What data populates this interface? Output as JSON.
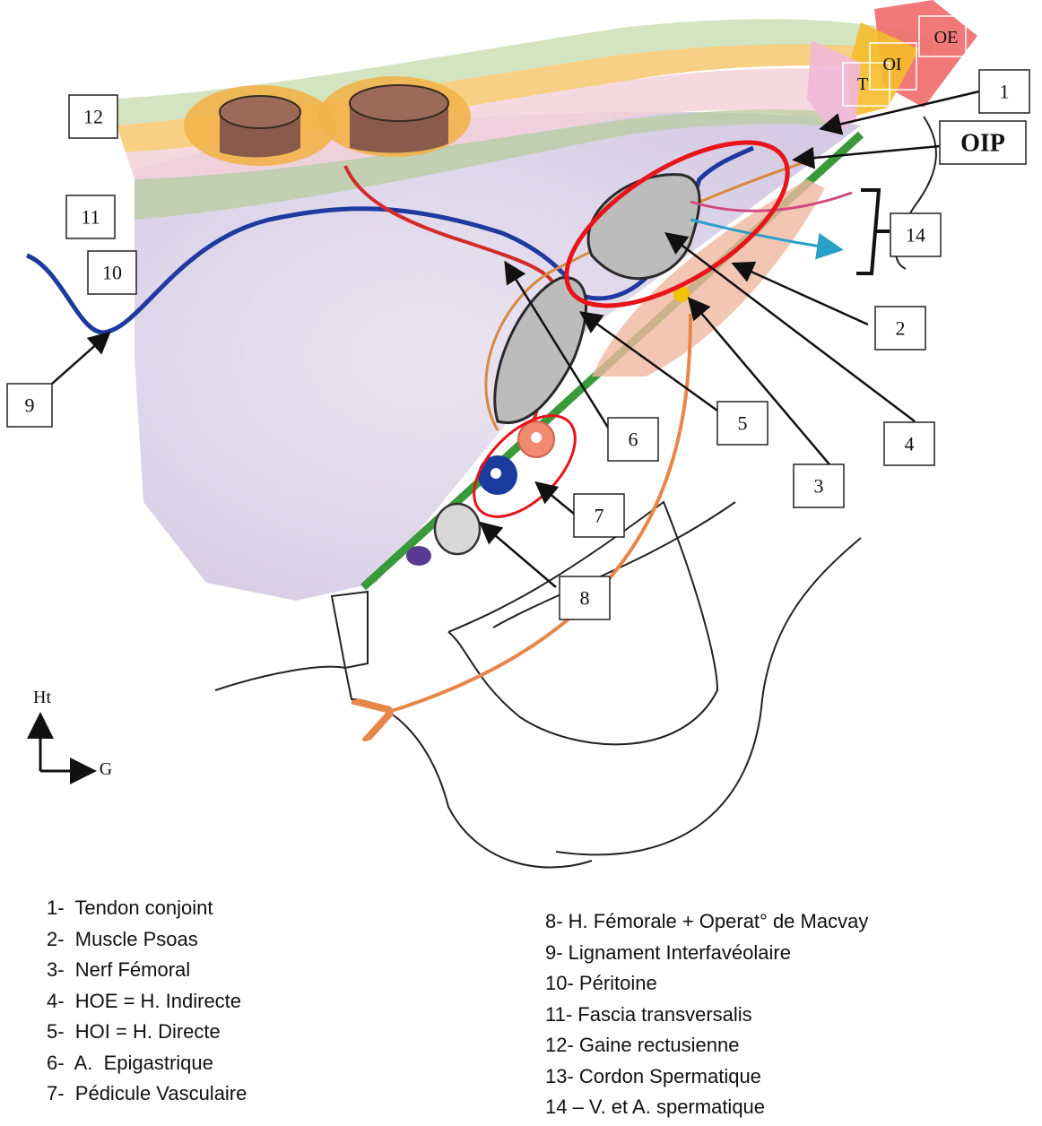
{
  "diagram": {
    "layer_labels": {
      "oe": "OE",
      "oi": "OI",
      "t": "T"
    },
    "region_label": "OIP",
    "callouts": [
      "1",
      "2",
      "3",
      "4",
      "5",
      "6",
      "7",
      "8",
      "9",
      "10",
      "11",
      "12",
      "14"
    ],
    "orientation": {
      "up": "Ht",
      "right": "G"
    }
  },
  "legend_left": [
    "1-  Tendon conjoint",
    "2-  Muscle Psoas",
    "3-  Nerf Fémoral",
    "4-  HOE = H. Indirecte",
    "5-  HOI = H. Directe",
    "6-  A.  Epigastrique",
    "7-  Pédicule Vasculaire"
  ],
  "legend_right": [
    "8- H. Fémorale + Operat° de Macvay",
    "9- Lignament Interfavéolaire",
    "10- Péritoine",
    "11- Fascia transversalis",
    "12- Gaine rectusienne",
    "13- Cordon Spermatique",
    "14 – V. et A. spermatique"
  ],
  "colors": {
    "peritoneum": "#1f3a9e",
    "epigastric_artery": "#d42a2a",
    "highlight_ellipse": "#e8141a",
    "inguinal_ligament": "#3a9a3a",
    "vein": "#1a3c9c",
    "artery": "#f08a70",
    "nerve": "#f2c200",
    "psoas": "#f0b8a0",
    "spermatic_cord": "#e8864a",
    "background_tissue": "#dcd4e8"
  }
}
